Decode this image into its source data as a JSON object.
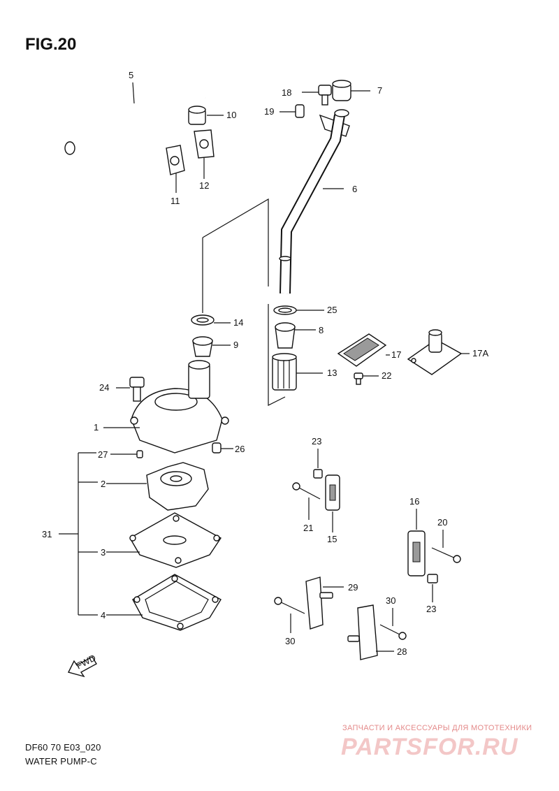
{
  "figure": {
    "title": "FIG.20"
  },
  "captions": {
    "model": "DF60 70 E03_020",
    "name": "WATER PUMP-C"
  },
  "watermark": {
    "line1": "ЗАПЧАСТИ И АКСЕССУАРЫ ДЛЯ МОТОТЕХНИКИ",
    "logo": "PARTSFOR.RU"
  },
  "fwd_label": "FWD",
  "callouts": {
    "c1": "1",
    "c2": "2",
    "c3": "3",
    "c4": "4",
    "c5": "5",
    "c6": "6",
    "c7": "7",
    "c8": "8",
    "c9": "9",
    "c10": "10",
    "c11": "11",
    "c12": "12",
    "c13": "13",
    "c14": "14",
    "c15": "15",
    "c16": "16",
    "c17": "17",
    "c17a": "17A",
    "c18": "18",
    "c19": "19",
    "c20": "20",
    "c21": "21",
    "c22": "22",
    "c23a": "23",
    "c23b": "23",
    "c24": "24",
    "c25": "25",
    "c26": "26",
    "c27": "27",
    "c28": "28",
    "c29": "29",
    "c30a": "30",
    "c30b": "30",
    "c31": "31"
  },
  "colors": {
    "line": "#111111",
    "shade": "#9a9a9a",
    "watermark": "#e48a8a"
  }
}
